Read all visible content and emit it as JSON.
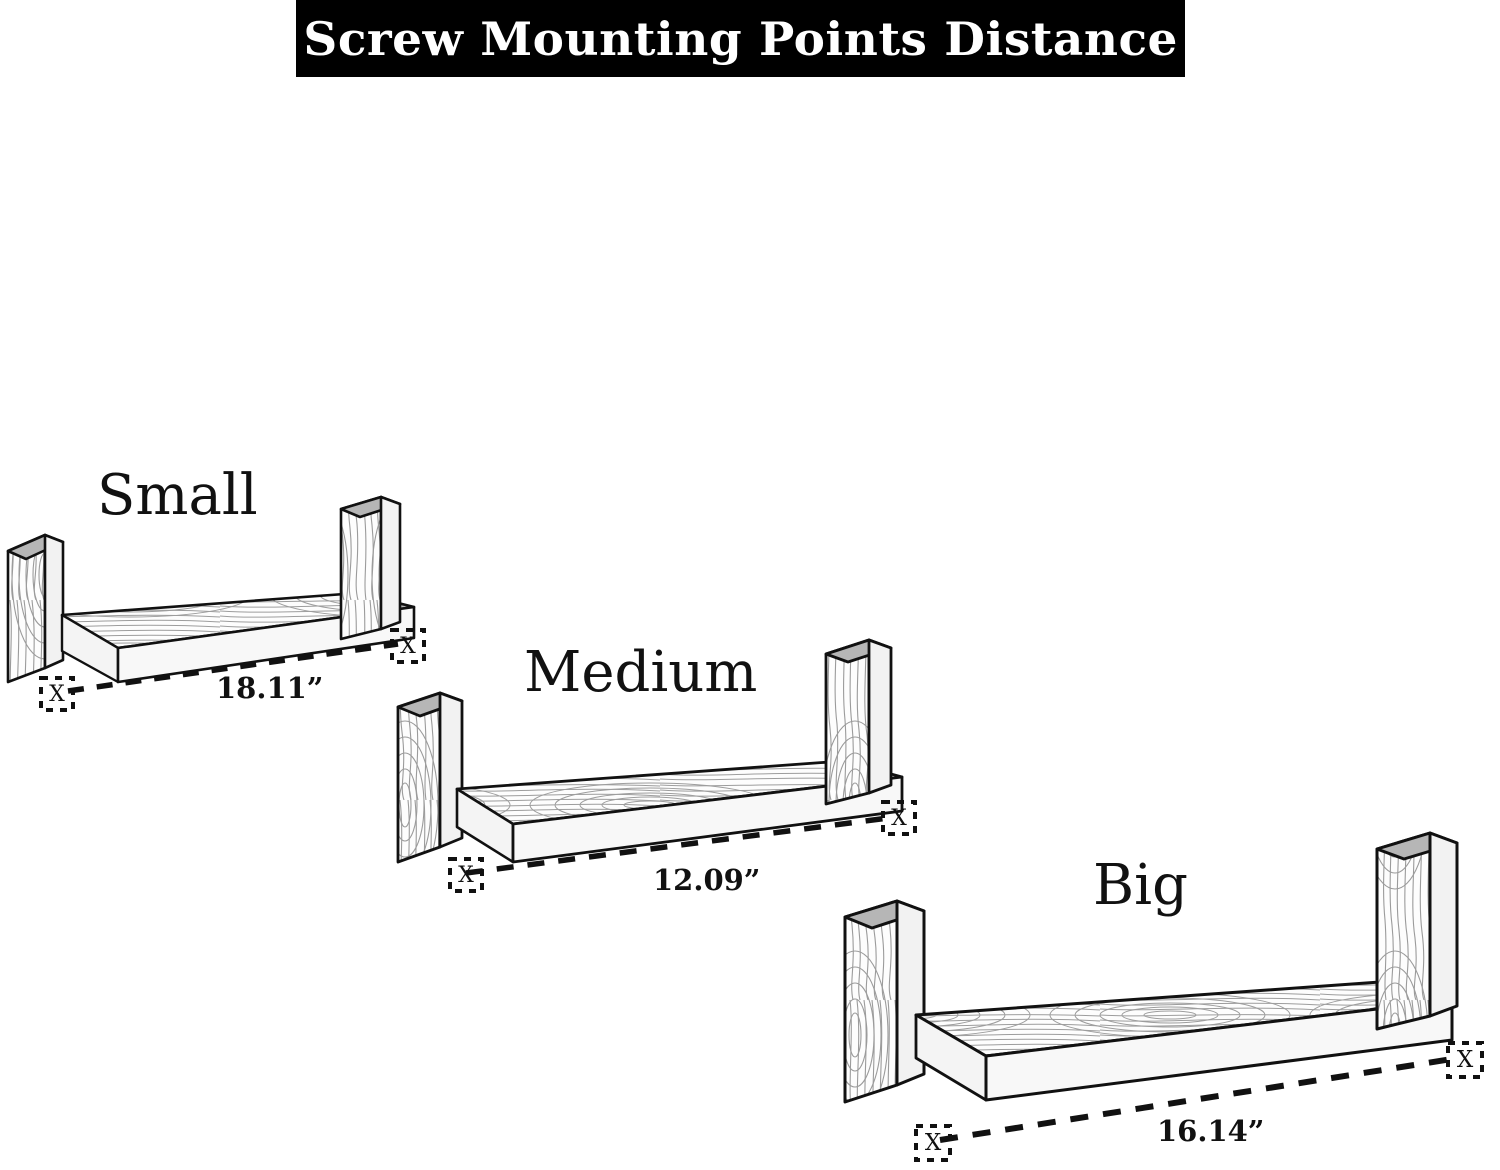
{
  "page": {
    "background_color": "#ffffff",
    "ink_color": "#111111"
  },
  "header": {
    "title": "Screw Mounting Points Distance",
    "banner_background": "#000000",
    "banner_text_color": "#ffffff"
  },
  "marker": {
    "glyph": "X",
    "style": "dashed-square-outline"
  },
  "shelves": [
    {
      "id": "small",
      "label": "Small",
      "dimension": "18.11”",
      "dimension_value": 18.11,
      "unit": "inches",
      "measure_description": "screw mounting points distance",
      "left_marker": "X",
      "right_marker": "X"
    },
    {
      "id": "medium",
      "label": "Medium",
      "dimension": "12.09”",
      "dimension_value": 12.09,
      "unit": "inches",
      "measure_description": "screw mounting points distance",
      "left_marker": "X",
      "right_marker": "X"
    },
    {
      "id": "big",
      "label": "Big",
      "dimension": "16.14”",
      "dimension_value": 16.14,
      "unit": "inches",
      "measure_description": "screw mounting points distance",
      "left_marker": "X",
      "right_marker": "X"
    }
  ],
  "illustration": {
    "type": "line-drawing",
    "subject": "U-shaped floating wall shelf",
    "wood_face_color": "#fefefe",
    "wood_grain_color": "#9a9a9a",
    "edge_shade_color": "#b4b4b4",
    "outline_color": "#111111"
  }
}
